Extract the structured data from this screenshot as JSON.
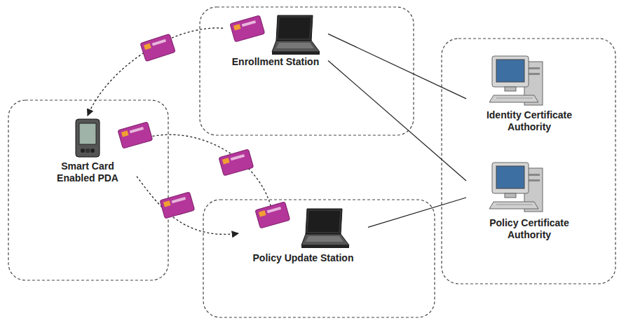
{
  "diagram": {
    "nodes": [
      {
        "text": [
          "Enrollment Station"
        ]
      },
      {
        "text": [
          "Smart Card Enabled PDA"
        ]
      },
      {
        "text": [
          "Identity Certificate Authority"
        ]
      },
      {
        "text": [
          "Policy Certificate Authority"
        ]
      },
      {
        "text": [
          "Policy Update Station"
        ]
      }
    ],
    "edges": [
      {
        "from": 0,
        "to": 1,
        "arrow": "to"
      },
      {
        "from": 1,
        "to": 4,
        "arrow": "to"
      },
      {
        "from": 4,
        "to": 1,
        "arrow": "to"
      },
      {
        "from": 0,
        "to": 2,
        "arrow": "none"
      },
      {
        "from": 0,
        "to": 3,
        "arrow": "none"
      },
      {
        "from": 4,
        "to": 3,
        "arrow": "none"
      }
    ]
  }
}
